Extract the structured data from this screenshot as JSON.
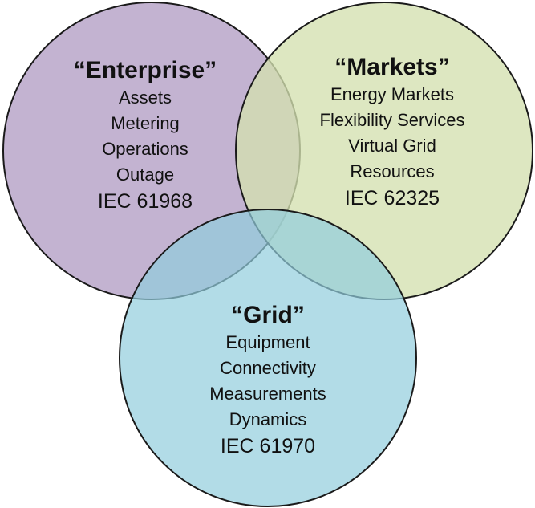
{
  "circles": [
    {
      "id": "enterprise",
      "fill": "#b9a6c9",
      "stroke": "#1a1a1a"
    },
    {
      "id": "markets",
      "fill": "#d3e0b0",
      "stroke": "#1a1a1a"
    },
    {
      "id": "grid",
      "fill": "#92cddd",
      "stroke": "#1a1a1a"
    }
  ],
  "enterprise": {
    "title": "“Enterprise”",
    "items": [
      "Assets",
      "Metering",
      "Operations",
      "Outage"
    ],
    "standard": "IEC 61968"
  },
  "markets": {
    "title": "“Markets”",
    "items": [
      "Energy Markets",
      "Flexibility Services",
      "Virtual Grid",
      "Resources"
    ],
    "standard": "IEC 62325"
  },
  "grid": {
    "title": "“Grid”",
    "items": [
      "Equipment",
      "Connectivity",
      "Measurements",
      "Dynamics"
    ],
    "standard": "IEC 61970"
  }
}
